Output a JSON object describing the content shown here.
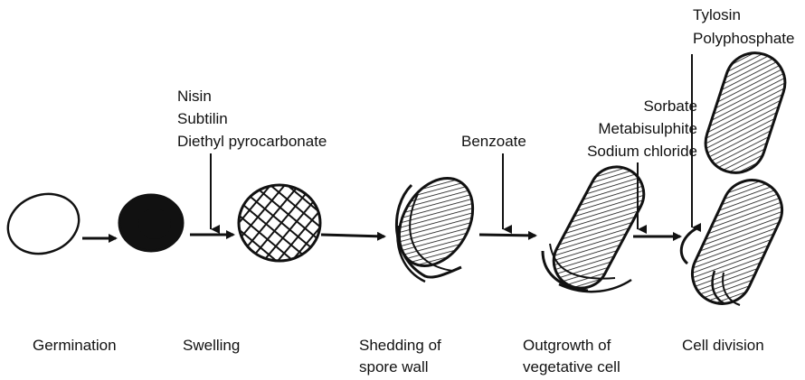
{
  "inhibitors": {
    "swelling": [
      "Nisin",
      "Subtilin",
      "Diethyl pyrocarbonate"
    ],
    "outgrowth": [
      "Benzoate"
    ],
    "vegetative": [
      "Sorbate",
      "Metabisulphite",
      "Sodium chloride"
    ],
    "division": [
      "Tylosin",
      "Polyphosphate"
    ]
  },
  "stages": {
    "germination": [
      "Germination"
    ],
    "swelling": [
      "Swelling"
    ],
    "shedding": [
      "Shedding of",
      "spore wall"
    ],
    "outgrowth": [
      "Outgrowth of",
      "vegetative cell"
    ],
    "division": [
      "Cell division"
    ]
  }
}
